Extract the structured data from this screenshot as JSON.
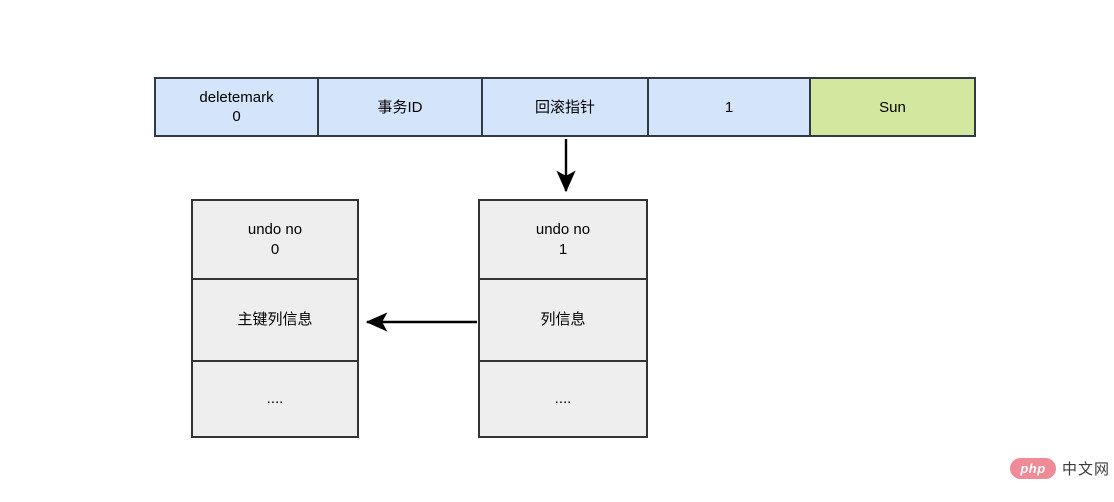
{
  "diagram": {
    "title": "MySQL undo log rollback pointer diagram",
    "colors": {
      "record_cell_blue": "#d4e4fb",
      "record_cell_green": "#d4e79e",
      "record_border": "#2f3a44",
      "undo_block_fill": "#eeeeee",
      "undo_block_border": "#333333",
      "arrow": "#000000",
      "watermark_badge": "#ef8b96"
    },
    "record_row": {
      "name": "clustered-index-record",
      "cells": [
        {
          "id": "deletemark",
          "label": "deletemark\n0",
          "fill": "blue"
        },
        {
          "id": "trx-id",
          "label": "事务ID",
          "fill": "blue"
        },
        {
          "id": "roll-ptr",
          "label": "回滚指针",
          "fill": "blue"
        },
        {
          "id": "col-1",
          "label": "1",
          "fill": "blue"
        },
        {
          "id": "col-sun",
          "label": "Sun",
          "fill": "green"
        }
      ]
    },
    "undo_blocks": [
      {
        "id": "undo-log-0",
        "segments": [
          {
            "id": "undo-no",
            "label": "undo no\n0"
          },
          {
            "id": "columns",
            "label": "主键列信息"
          },
          {
            "id": "more",
            "label": "...."
          }
        ]
      },
      {
        "id": "undo-log-1",
        "segments": [
          {
            "id": "undo-no",
            "label": "undo no\n1"
          },
          {
            "id": "columns",
            "label": "列信息"
          },
          {
            "id": "more",
            "label": "...."
          }
        ]
      }
    ],
    "arrows": [
      {
        "id": "roll-ptr-to-undo-1",
        "from": "回滚指针",
        "to": "undo no 1",
        "direction": "down"
      },
      {
        "id": "undo-1-to-undo-0",
        "from": "列信息",
        "to": "主键列信息",
        "direction": "left"
      }
    ],
    "watermark": {
      "badge": "php",
      "text": "中文网"
    }
  }
}
